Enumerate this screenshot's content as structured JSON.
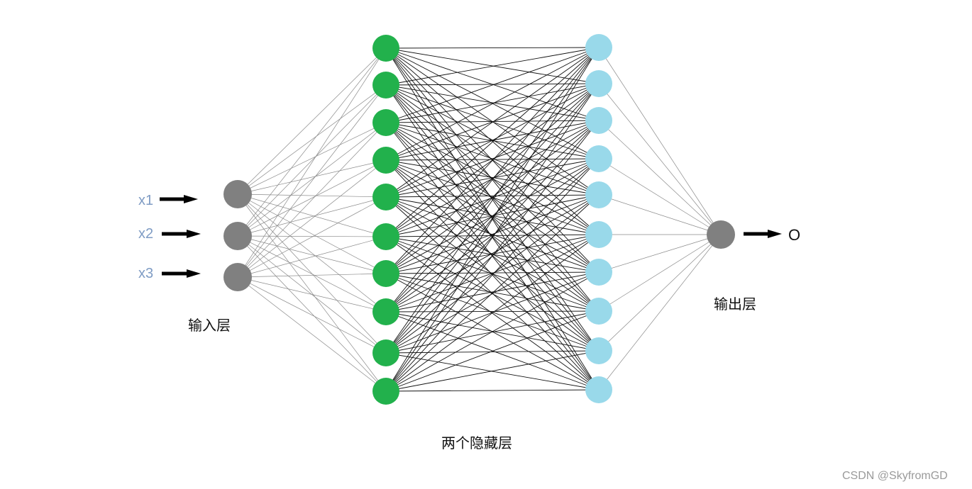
{
  "inputs": [
    "x1",
    "x2",
    "x3"
  ],
  "output_label": "O",
  "layer_labels": {
    "input": "输入层",
    "hidden": "两个隐藏层",
    "output": "输出层"
  },
  "network": {
    "input_nodes": 3,
    "hidden1_nodes": 10,
    "hidden2_nodes": 10,
    "output_nodes": 1
  },
  "colors": {
    "input_node": "#808080",
    "hidden1_node": "#22b14c",
    "hidden2_node": "#99d9ea",
    "output_node": "#808080",
    "input_text": "#7f9cc4",
    "edge_light": "#8a8a8a",
    "edge_dark": "#111111",
    "arrow": "#000000"
  },
  "watermark": "CSDN @SkyfromGD"
}
